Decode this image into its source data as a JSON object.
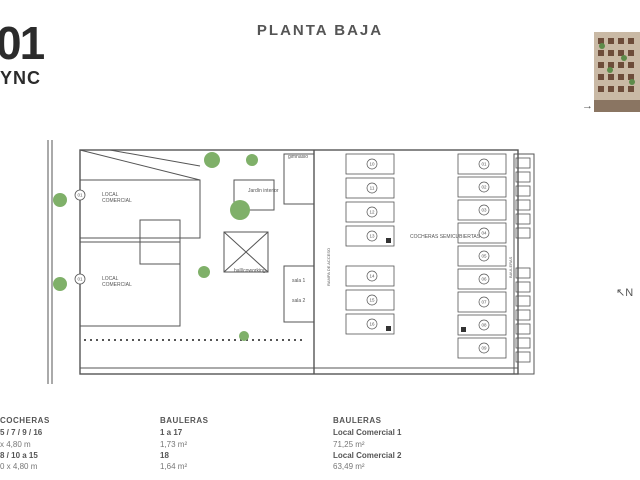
{
  "header": {
    "logo_top": "01",
    "logo_bottom": "YNC",
    "title": "PLANTA BAJA"
  },
  "plan": {
    "labels": {
      "local_comercial_1": [
        "LOCAL",
        "COMERCIAL"
      ],
      "local_comercial_2": [
        "LOCAL",
        "COMERCIAL"
      ],
      "unit_01": "01",
      "hall_central": "hall/coworking",
      "jardin": "Jardín interior",
      "gimnasio": "gimnasio",
      "sala1": "sala 1",
      "sala2": "sala 2",
      "cocheras": "COCHERAS SEMICUBIERTAS",
      "bauleras": "BAULERAS",
      "rampa": "RAMPA DE ACCESO"
    },
    "parking_left": [
      "10",
      "11",
      "12",
      "13",
      "14",
      "15",
      "16"
    ],
    "parking_right": [
      "01",
      "02",
      "03",
      "04",
      "05",
      "06",
      "07",
      "08",
      "09"
    ],
    "accessible_marked": [
      "13",
      "16",
      "08"
    ]
  },
  "legend": {
    "col1": {
      "head": "COCHERAS",
      "line1": "5 / 7 / 9 / 16",
      "line2": "x 4,80 m",
      "line3": "8 / 10 a 15",
      "line4": "0 x 4,80 m"
    },
    "col2": {
      "head": "BAULERAS",
      "line1": "1 a 17",
      "line2": "1,73 m²",
      "line3": "18",
      "line4": "1,64 m²"
    },
    "col3": {
      "head": "BAULERAS",
      "line1": "Local Comercial 1",
      "line2": "71,25 m²",
      "line3": "Local Comercial 2",
      "line4": "63,49 m²"
    }
  },
  "colors": {
    "line": "#555555",
    "green": "#7fb069",
    "text": "#555555"
  }
}
